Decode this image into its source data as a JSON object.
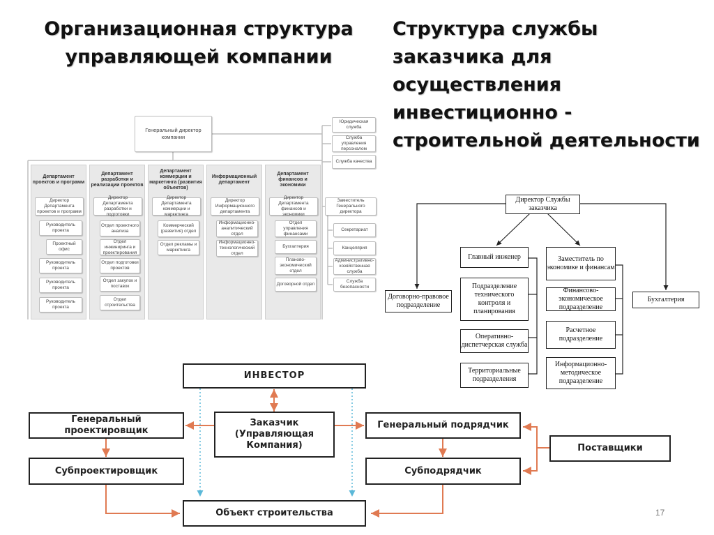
{
  "titles": {
    "left": "Организационная структура управляющей компании",
    "right": "Структура службы заказчика для осуществления инвестиционно - строительной деятельности"
  },
  "org_chart": {
    "ceo": "Генеральный директор компании",
    "departments": [
      "Департамент проектов и программ",
      "Департамент разработки и реализации проектов",
      "Департамент коммерции и маркетинга (развития объектов)",
      "Информационный департамент",
      "Департамент финансов и экономики"
    ],
    "dept_directors": [
      "Директор Департамента проектов и программ",
      "Директор Департамента разработки и подготовки",
      "Директор Департамента коммерции и маркетинга",
      "Директор Информационного департамента",
      "Директор Департамента финансов и экономики"
    ],
    "col1": [
      "Руководитель проекта",
      "Проектный офис",
      "Руководитель проекта",
      "Руководитель проекта",
      "Руководитель проекта"
    ],
    "col2": [
      "Отдел проектного анализа",
      "Отдел инжиниринга и проектирования",
      "Отдел подготовки проектов",
      "Отдел закупок и поставок",
      "Отдел строительства"
    ],
    "col3": [
      "Коммерческий (развития) отдел",
      "Отдел рекламы и маркетинга"
    ],
    "col4": [
      "Информационно-аналитический отдел",
      "Информационно-технологический отдел"
    ],
    "col5": [
      "Отдел управления финансами",
      "Бухгалтерия",
      "Планово-экономический отдел",
      "Договорной отдел"
    ],
    "side_services": [
      "Юридическая служба",
      "Служба управления персоналом",
      "Служба качества"
    ],
    "deputy": "Заместитель Генерального директора",
    "deputy_units": [
      "Секретариат",
      "Канцелярия",
      "Административно-хозяйственная служба",
      "Служба безопасности"
    ]
  },
  "service_chart": {
    "director": "Директор Службы заказчика",
    "contract": "Договорно-правовое подразделение",
    "chief_engineer": "Главный инженер",
    "deputy_econ": "Заместитель по экономике и финансам",
    "accounting": "Бухгалтерия",
    "engineer_units": [
      "Подразделение технического контроля и планирования",
      "Оперативно-диспетчерская служба",
      "Территориальные подразделения"
    ],
    "econ_units": [
      "Финансово-экономическое подразделение",
      "Расчетное подразделение",
      "Информационно-методическое подразделение"
    ]
  },
  "flow_chart": {
    "investor": "ИНВЕСТОР",
    "customer": "Заказчик (Управляющая Компания)",
    "gen_designer": "Генеральный проектировщик",
    "sub_designer": "Субпроектировщик",
    "gen_contractor": "Генеральный подрядчик",
    "sub_contractor": "Субподрядчик",
    "suppliers": "Поставщики",
    "object": "Объект строительства"
  },
  "colors": {
    "flow_arrow": "#e07a52",
    "dotted_arrow": "#5bb8d8",
    "dept_bg": "#e9e9e9"
  },
  "page_number": "17"
}
